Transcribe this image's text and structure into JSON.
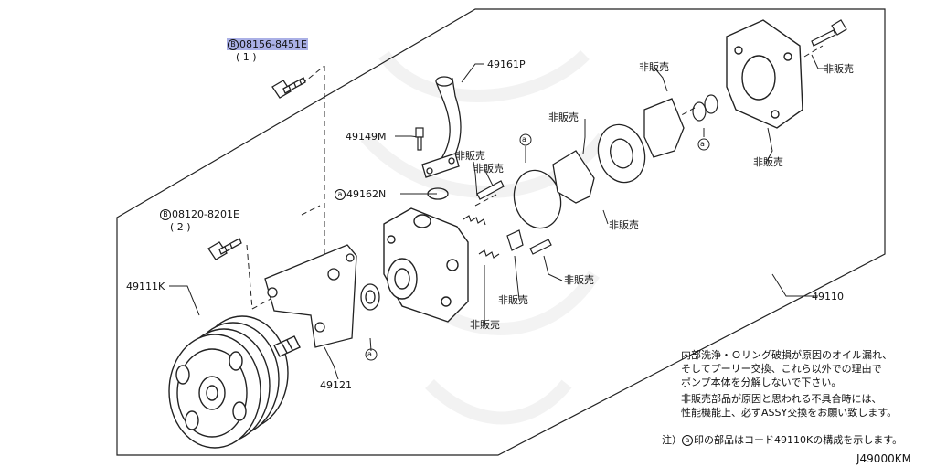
{
  "parts": {
    "bolt_top": {
      "prefix": "B",
      "number": "08156-8451E",
      "qty": "( 1 )"
    },
    "bolt_left": {
      "prefix": "B",
      "number": "08120-8201E",
      "qty": "( 2 )"
    },
    "pipe": "49161P",
    "stud": "49149M",
    "oring_seal": {
      "mark": "a",
      "number": "49162N"
    },
    "pulley": "49111K",
    "bracket": "49121",
    "assembly": "49110"
  },
  "not_sold_label": "非販売",
  "ref_mark": "a",
  "notes": {
    "line1": "内部洗浄・Ｏリング破損が原因のオイル漏れ、",
    "line2": "そしてプーリー交換、これら以外での理由で",
    "line3": "ポンプ本体を分解しないで下さい。",
    "line4": "非販売部品が原因と思われる不具合時には、",
    "line5": "性能機能上、必ずASSY交換をお願い致します。",
    "footnote_prefix": "注）",
    "footnote_mark": "a",
    "footnote_text": "印の部品はコード49110Kの構成を示します。"
  },
  "diagram_code": "J49000KM"
}
